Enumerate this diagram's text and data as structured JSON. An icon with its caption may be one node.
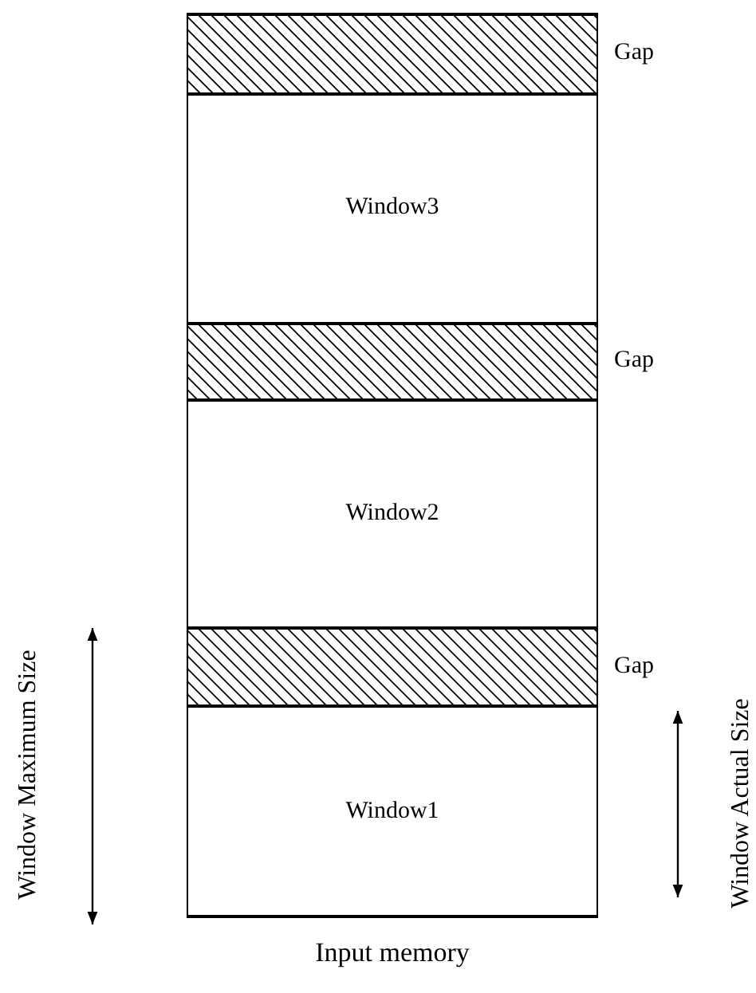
{
  "diagram": {
    "nodes": [
      {
        "text": [
          "Input memory"
        ]
      },
      {
        "text": [],
        "shape": "bar",
        "beside": [
          "Gap"
        ],
        "in": 0
      },
      {
        "text": [
          "Window3"
        ],
        "in": 0
      },
      {
        "text": [],
        "shape": "bar",
        "beside": [
          "Gap"
        ],
        "in": 0
      },
      {
        "text": [
          "Window2"
        ],
        "in": 0
      },
      {
        "text": [],
        "shape": "bar",
        "beside": [
          "Gap"
        ],
        "in": 0
      },
      {
        "text": [
          "Window1"
        ],
        "in": 0
      }
    ],
    "edges": [],
    "labels": [
      "Window Maximum Size",
      "Window Actual Size"
    ]
  }
}
